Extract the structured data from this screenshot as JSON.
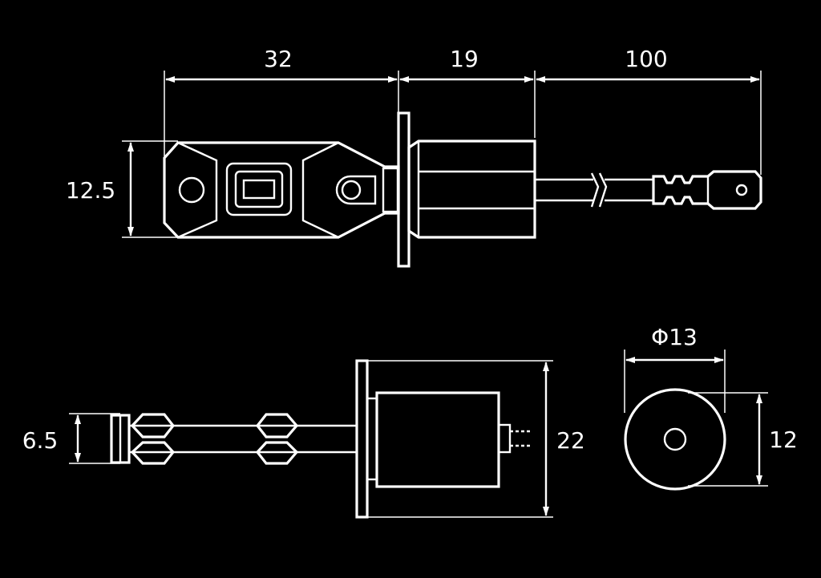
{
  "colors": {
    "background": "#000000",
    "line": "#ffffff"
  },
  "dimensions": {
    "base_length": "32",
    "body_length": "19",
    "lead_length": "100",
    "base_height": "12.5",
    "base_width": "6.5",
    "flange_height": "22",
    "diameter": "Φ13",
    "end_height": "12"
  }
}
